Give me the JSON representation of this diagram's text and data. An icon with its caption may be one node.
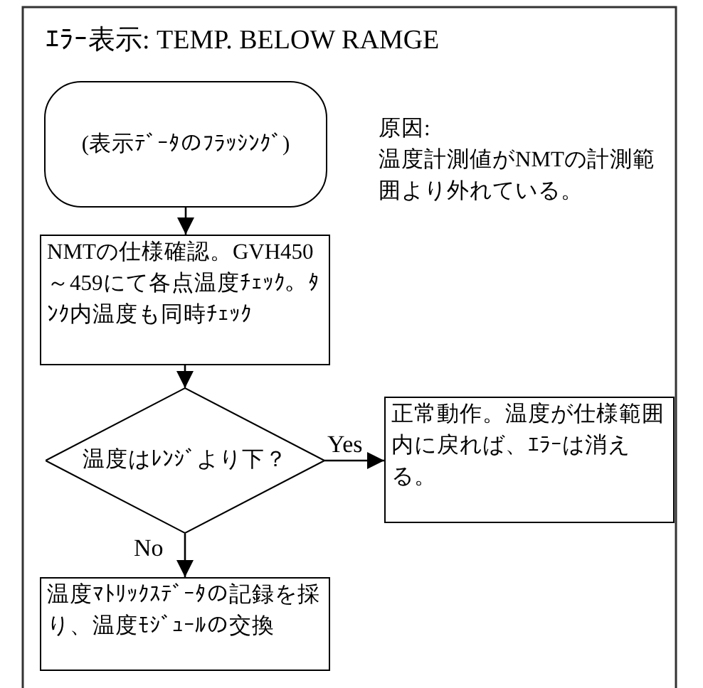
{
  "diagram": {
    "title": "ｴﾗｰ表示: TEMP. BELOW RAMGE",
    "nodes": [
      {
        "text": [
          "(表示ﾃﾞｰﾀのﾌﾗｯｼﾝｸﾞ)"
        ]
      },
      {
        "text": [
          "NMTの仕様確認。GVH450 ～459にて各点温度ﾁｪｯｸ。ﾀﾝｸ内温度も同時ﾁｪｯｸ"
        ]
      },
      {
        "text": [
          "温度はﾚﾝｼﾞより下？"
        ]
      },
      {
        "text": [
          "正常動作。温度が仕様範囲内に戻れば、ｴﾗｰは消える。"
        ]
      },
      {
        "text": [
          "温度ﾏﾄﾘｯｸｽﾃﾞｰﾀの記録を採り、温度ﾓｼﾞｭｰﾙの交換"
        ]
      }
    ],
    "edges": [
      {
        "from": 0,
        "to": 1,
        "arrow": "to"
      },
      {
        "from": 1,
        "to": 2,
        "arrow": "to"
      },
      {
        "from": 2,
        "to": 3,
        "arrow": "to",
        "label": "Yes"
      },
      {
        "from": 2,
        "to": 4,
        "arrow": "to",
        "label": "No"
      }
    ],
    "labels": [
      "原因:",
      "温度計測値がNMTの計測範囲より外れている。"
    ]
  }
}
